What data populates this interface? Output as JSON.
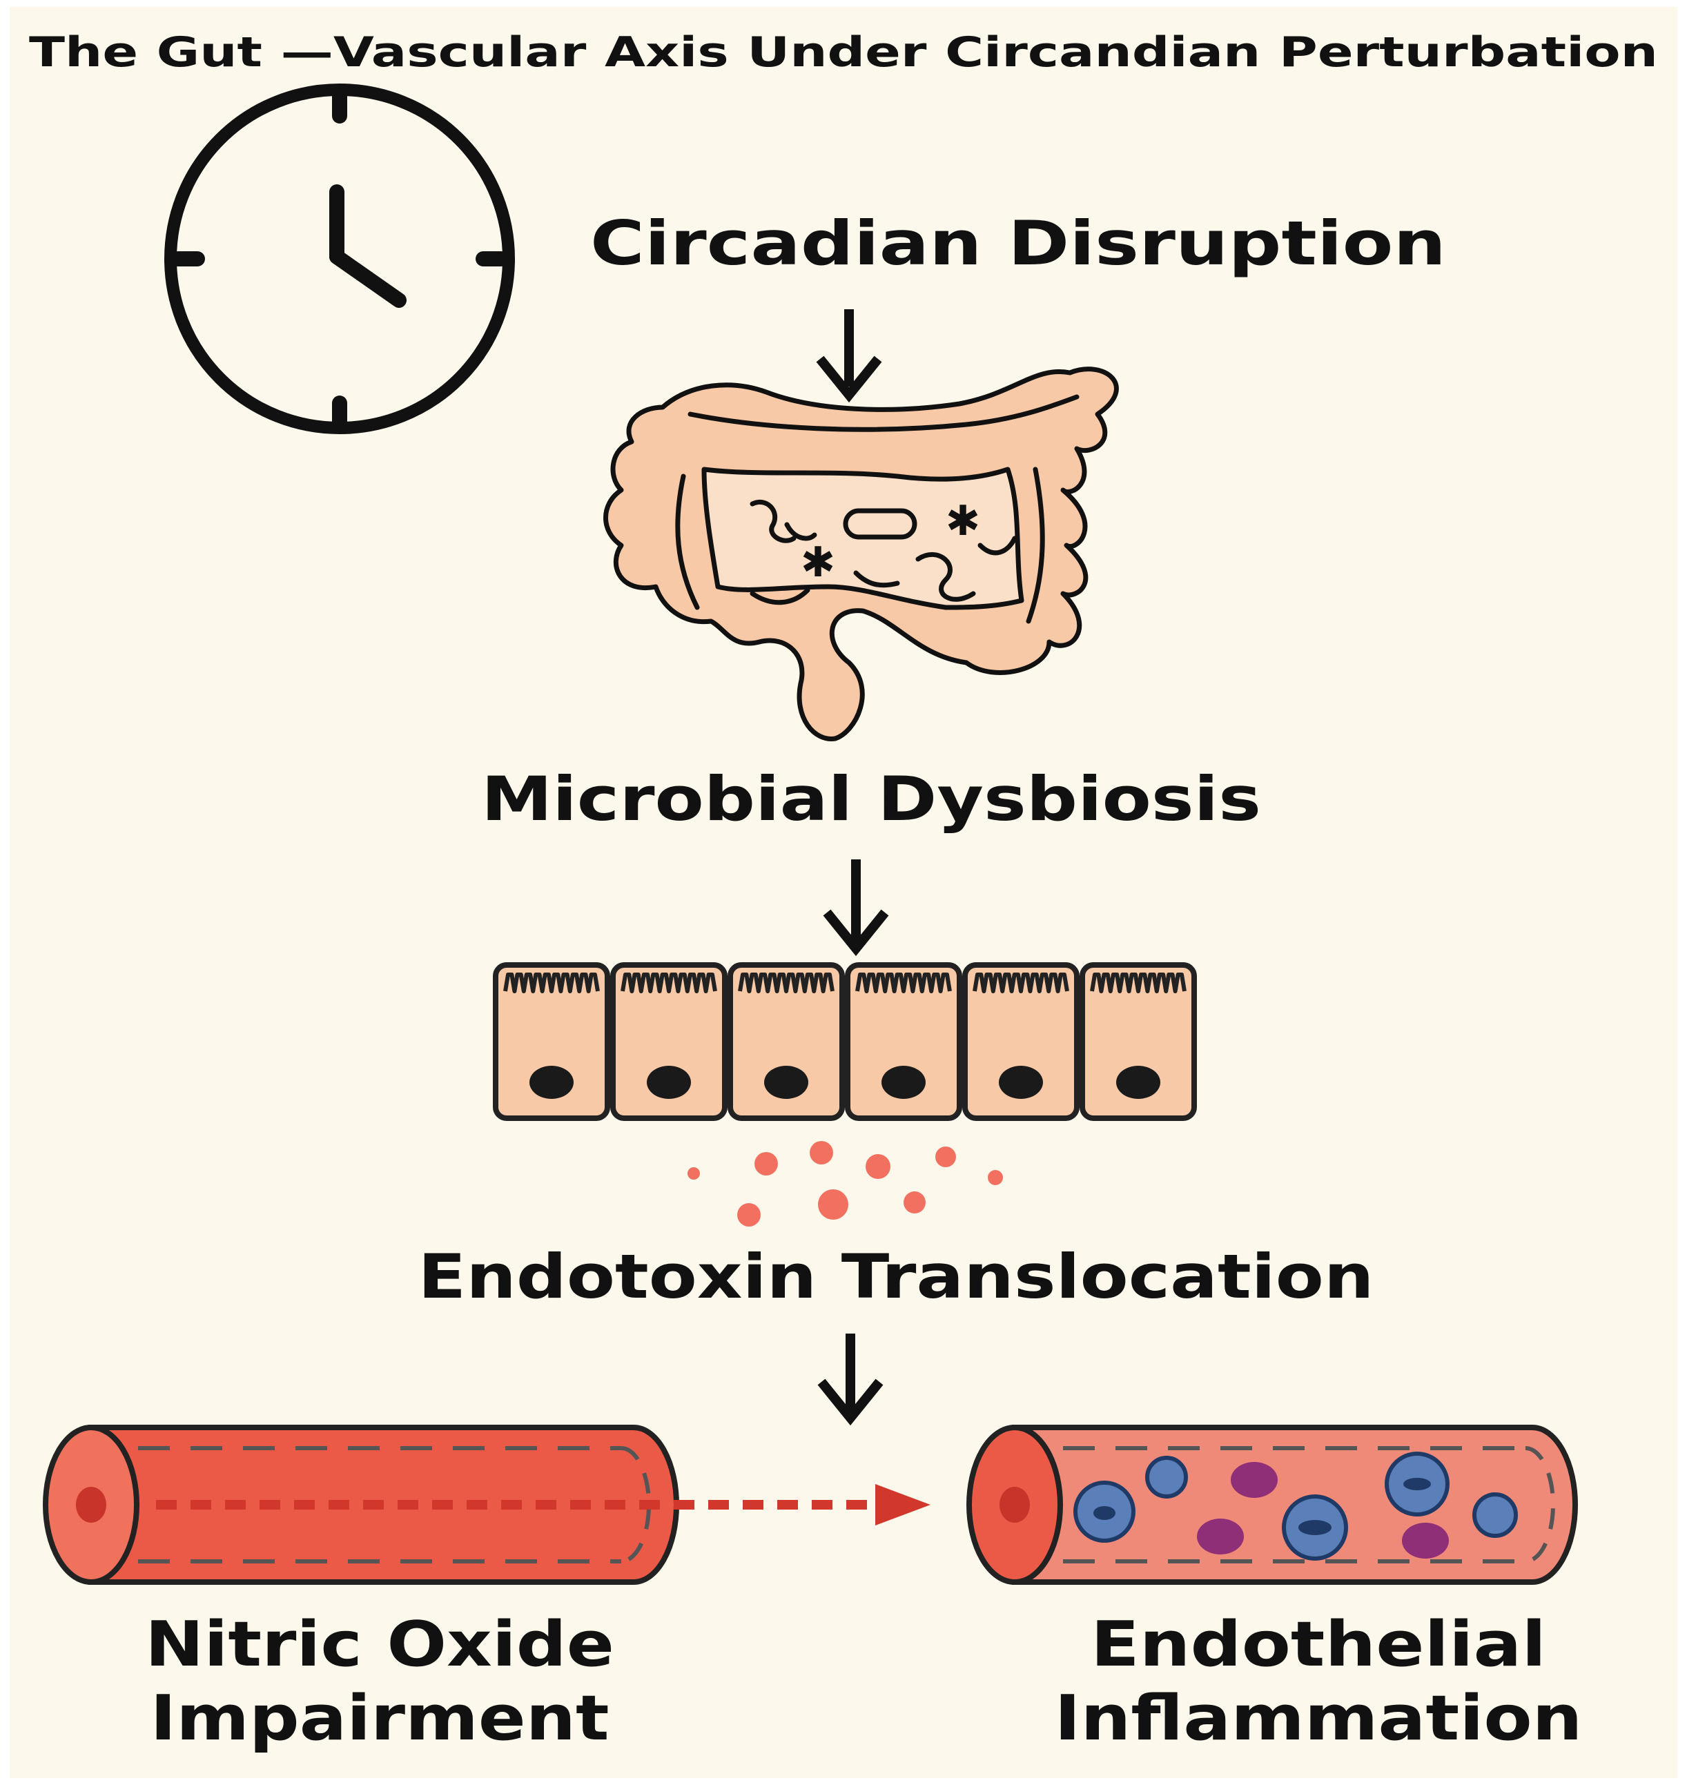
{
  "title": "The Gut —Vascular Axis Under Circandian Perturbation",
  "steps": {
    "circadian": "Circadian Disruption",
    "dysbiosis": "Microbial Dysbiosis",
    "endotoxin": "Endotoxin Translocation"
  },
  "outcomes": {
    "no_line1": "Nitric Oxide",
    "no_line2": "Impairment",
    "endo_line1": "Endothelial",
    "endo_line2": "Inflammation"
  },
  "icons": {
    "clock": "clock-icon",
    "intestine": "intestine-icon",
    "epithelium": "epithelial-cells-icon",
    "endotoxin": "endotoxin-particles-icon",
    "vessel_left": "blood-vessel-icon",
    "vessel_right": "inflamed-blood-vessel-icon"
  },
  "colors": {
    "background": "#fdf8ec",
    "tissue": "#f8c9a6",
    "vessel": "#ea5a47",
    "vessel_dark": "#c8332a",
    "endotoxin": "#f2705f",
    "immune_cell": "#5b7fb8",
    "purple_cell": "#8e2f78",
    "ink": "#111111"
  }
}
